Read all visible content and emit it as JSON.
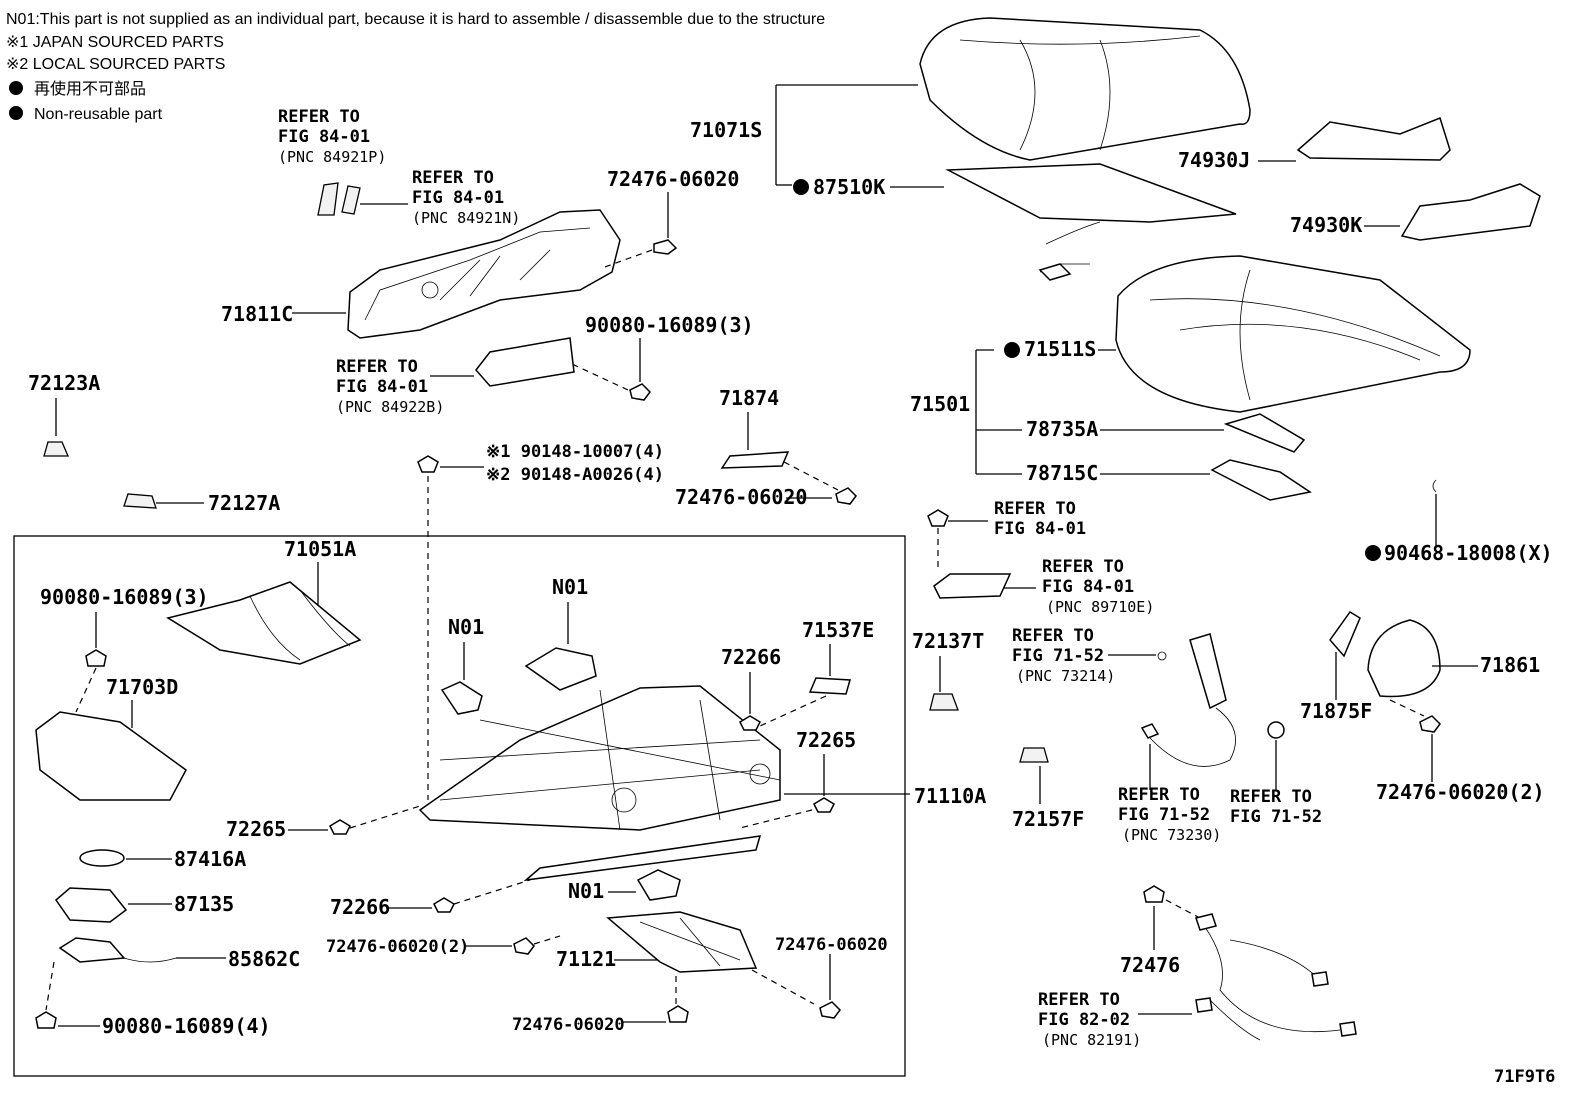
{
  "notes": {
    "n01": "N01:This part is not supplied as an individual part, because it is hard to assemble / disassemble due to the structure",
    "japan": "※1 JAPAN SOURCED PARTS",
    "local": "※2 LOCAL SOURCED PARTS",
    "nonreuse_jp": "再使用不可部品",
    "nonreuse_en": "Non-reusable part"
  },
  "ref_blocks": [
    {
      "l1": "REFER TO",
      "l2": "FIG 84-01",
      "l3": "(PNC 84921P)"
    },
    {
      "l1": "REFER TO",
      "l2": "FIG 84-01",
      "l3": "(PNC 84921N)"
    },
    {
      "l1": "REFER TO",
      "l2": "FIG 84-01",
      "l3": "(PNC 84922B)"
    },
    {
      "l1": "REFER TO",
      "l2": "FIG 84-01",
      "l3": ""
    },
    {
      "l1": "REFER TO",
      "l2": "FIG 84-01",
      "l3": "(PNC 89710E)"
    },
    {
      "l1": "REFER TO",
      "l2": "FIG 71-52",
      "l3": "(PNC 73214)"
    },
    {
      "l1": "REFER TO",
      "l2": "FIG 71-52",
      "l3": "(PNC 73230)"
    },
    {
      "l1": "REFER TO",
      "l2": "FIG 71-52",
      "l3": ""
    },
    {
      "l1": "REFER TO",
      "l2": "FIG 82-02",
      "l3": "(PNC 82191)"
    }
  ],
  "labels": {
    "p72476_06020_a": "72476-06020",
    "p71811C": "71811C",
    "p90080_16089_3a": "90080-16089(3)",
    "p72123A": "72123A",
    "p72127A": "72127A",
    "p90148_10007": "※1 90148-10007(4)",
    "p90148_A0026": "※2 90148-A0026(4)",
    "p71874": "71874",
    "p72476_06020_b": "72476-06020",
    "p71071S": "71071S",
    "p87510K": "87510K",
    "p74930J": "74930J",
    "p74930K": "74930K",
    "p71511S": "71511S",
    "p71501": "71501",
    "p78735A": "78735A",
    "p78715C": "78715C",
    "p90468_18008": "90468-18008(X)",
    "p71051A": "71051A",
    "p90080_16089_3b": "90080-16089(3)",
    "p71703D": "71703D",
    "p72265_a": "72265",
    "p87416A": "87416A",
    "p87135": "87135",
    "p85862C": "85862C",
    "p90080_16089_4": "90080-16089(4)",
    "p72266_a": "72266",
    "p72476_06020_2a": "72476-06020(2)",
    "p71121": "71121",
    "p72476_06020_c": "72476-06020",
    "p72476_06020_d": "72476-06020",
    "p N01a": "",
    "n01_a": "N01",
    "n01_b": "N01",
    "n01_c": "N01",
    "p72266_b": "72266",
    "p71537E": "71537E",
    "p72265_b": "72265",
    "p71110A": "71110A",
    "p72137T": "72137T",
    "p72157F": "72157F",
    "p71875F": "71875F",
    "p71861": "71861",
    "p72476_06020_2b": "72476-06020(2)",
    "p72476": "72476",
    "fig_id": "71F9T6"
  }
}
